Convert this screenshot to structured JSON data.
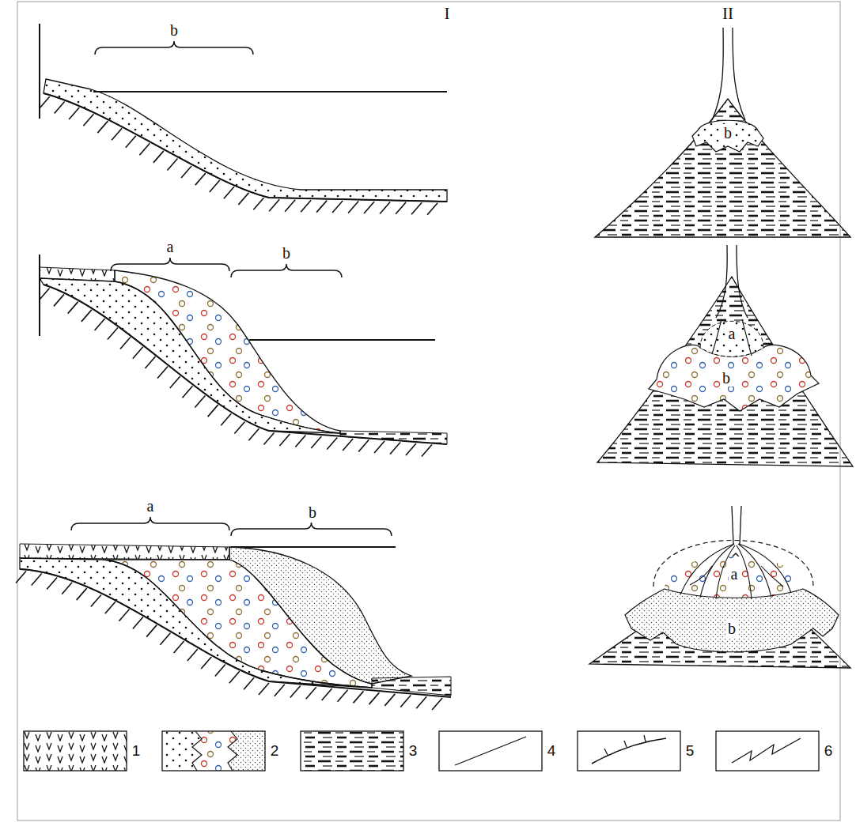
{
  "diagram": {
    "labels": [
      "I",
      "II",
      "b",
      "b",
      "a",
      "b",
      "a",
      "b",
      "a",
      "b",
      "a",
      "b"
    ],
    "legend": [
      {
        "text": "1"
      },
      {
        "text": "2"
      },
      {
        "text": "3"
      },
      {
        "text": "4"
      },
      {
        "text": "5"
      },
      {
        "text": "6"
      }
    ]
  }
}
